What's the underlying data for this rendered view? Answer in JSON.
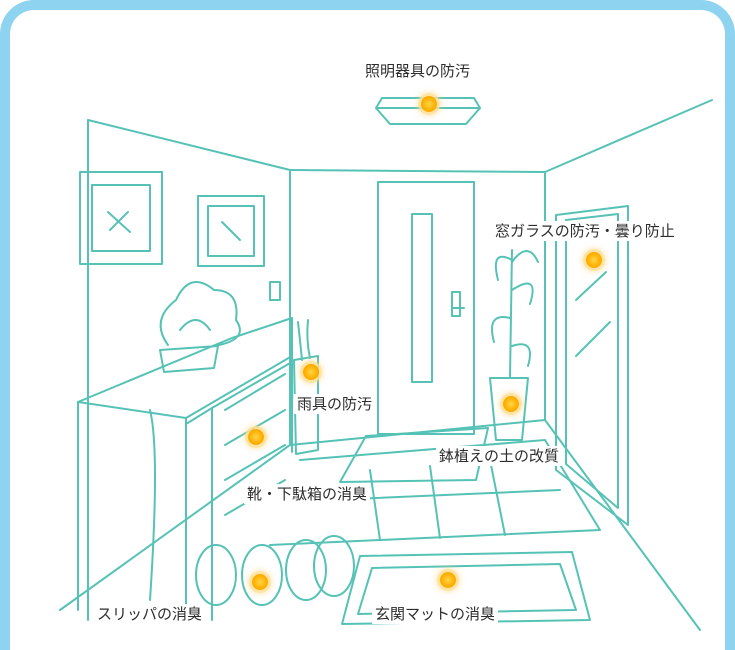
{
  "colors": {
    "frame": "#8ed3ef",
    "line": "#56c2b6",
    "dot": "#ffb000",
    "text": "#2d2d2d"
  },
  "hotspots": [
    {
      "id": "lighting",
      "label": "照明器具の防汚"
    },
    {
      "id": "window",
      "label": "窓ガラスの防汚・曇り防止"
    },
    {
      "id": "rain",
      "label": "雨具の防汚"
    },
    {
      "id": "plant",
      "label": "鉢植えの土の改質"
    },
    {
      "id": "shoes",
      "label": "靴・下駄箱の消臭"
    },
    {
      "id": "slippers",
      "label": "スリッパの消臭"
    },
    {
      "id": "mat",
      "label": "玄関マットの消臭"
    }
  ]
}
